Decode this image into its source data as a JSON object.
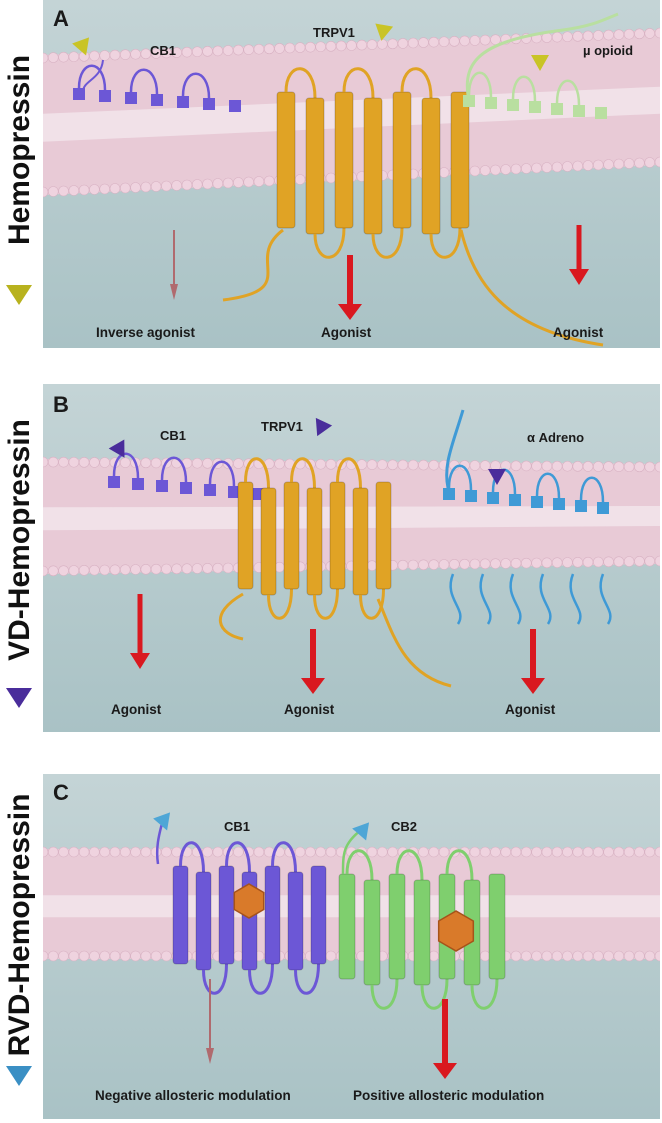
{
  "panels": [
    {
      "id": "A",
      "side_label": "Hemopressin",
      "triangle_color": "#b8b21e",
      "ligand_color": "#c9c426",
      "receptors": [
        "CB1",
        "TRPV1",
        "µ opioid"
      ],
      "effects": [
        "Inverse agonist",
        "Agonist",
        "Agonist"
      ]
    },
    {
      "id": "B",
      "side_label": "VD-Hemopressin",
      "triangle_color": "#4a2d9b",
      "ligand_color": "#4a2d9b",
      "receptors": [
        "CB1",
        "TRPV1",
        "α Adreno"
      ],
      "effects": [
        "Agonist",
        "Agonist",
        "Agonist"
      ]
    },
    {
      "id": "C",
      "side_label": "RVD-Hemopressin",
      "triangle_color": "#3a8fc4",
      "ligand_color": "#4ea6d6",
      "receptors": [
        "CB1",
        "CB2"
      ],
      "effects": [
        "Negative allosteric modulation",
        "Positive allosteric modulation"
      ]
    }
  ],
  "colors": {
    "membrane": "#e8cad6",
    "cb1": "#6c57d6",
    "trpv1": "#e0a325",
    "mu_opioid": "#b9dfa0",
    "adreno": "#3f9ad6",
    "cb2": "#7fcf6e",
    "arrow_strong": "#d9181f",
    "arrow_weak": "#b06a6e",
    "allosteric": "#d97a2a"
  }
}
